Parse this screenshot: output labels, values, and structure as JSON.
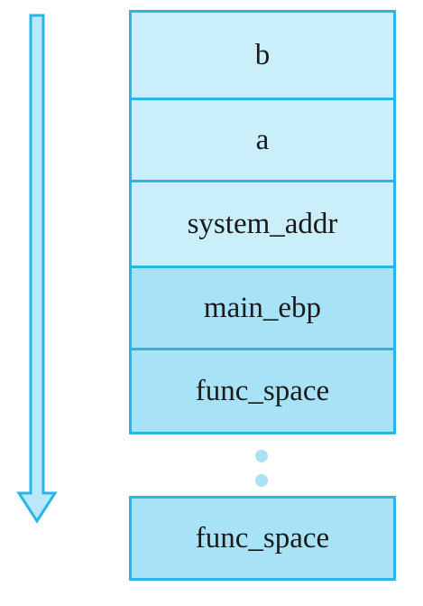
{
  "stack_cells": [
    {
      "label": "b"
    },
    {
      "label": "a"
    },
    {
      "label": "system_addr"
    },
    {
      "label": "main_ebp"
    },
    {
      "label": "func_space"
    }
  ],
  "bottom_cell": {
    "label": "func_space"
  },
  "colors": {
    "border": "#29b6e4",
    "light_fill": "#cbeefb",
    "mid_fill": "#a7e2f6",
    "arrow_fill": "#b8e8f9",
    "dots": "#a9e1f5"
  }
}
